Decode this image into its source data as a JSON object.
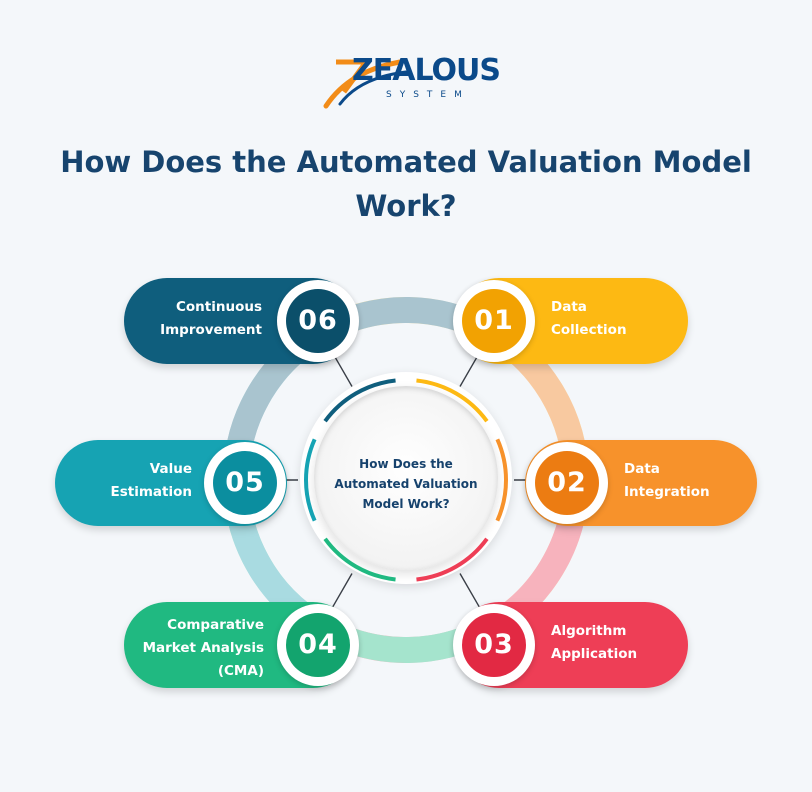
{
  "brand": {
    "logo_word": "ZEALOUS",
    "logo_sub": "SYSTEM",
    "navy": "#0b4a8a",
    "orange": "#f28c18"
  },
  "title": "How Does the Automated Valuation Model Work?",
  "center_text": "How Does the Automated Valuation Model Work?",
  "steps": [
    {
      "number": "01",
      "label": "Data Collection",
      "color": "#fdb913",
      "dark": "#f2a202",
      "ring_color": "#fde7a7"
    },
    {
      "number": "02",
      "label": "Data Integration",
      "color": "#f7922b",
      "dark": "#ec7c12",
      "ring_color": "#f8c9a0"
    },
    {
      "number": "03",
      "label": "Algorithm Application",
      "color": "#ee3e56",
      "dark": "#e22943",
      "ring_color": "#f7b3bd"
    },
    {
      "number": "04",
      "label": "Comparative Market Analysis (CMA)",
      "color": "#20b981",
      "dark": "#13a46e",
      "ring_color": "#a5e4cd"
    },
    {
      "number": "05",
      "label": "Value Estimation",
      "color": "#16a3b3",
      "dark": "#0b8e9f",
      "ring_color": "#a9dbe1"
    },
    {
      "number": "06",
      "label": "Continuous Improvement",
      "color": "#0f5e7d",
      "dark": "#0b4f6a",
      "ring_color": "#a9c4cf"
    }
  ]
}
